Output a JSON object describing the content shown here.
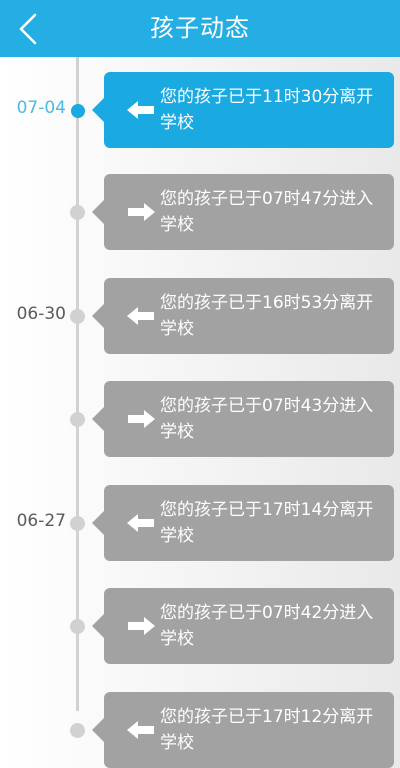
{
  "header": {
    "title": "孩子动态"
  },
  "colors": {
    "header_bg": "#25aee3",
    "active_bubble": "#1aa9e0",
    "inactive_bubble": "#a2a2a2",
    "timeline_line": "#d2d2d2"
  },
  "events": [
    {
      "date": "07-04",
      "text": "您的孩子已于11时30分离开学校",
      "direction": "leave",
      "active": true
    },
    {
      "date": "",
      "text": "您的孩子已于07时47分进入学校",
      "direction": "enter",
      "active": false
    },
    {
      "date": "06-30",
      "text": "您的孩子已于16时53分离开学校",
      "direction": "leave",
      "active": false
    },
    {
      "date": "",
      "text": "您的孩子已于07时43分进入学校",
      "direction": "enter",
      "active": false
    },
    {
      "date": "06-27",
      "text": "您的孩子已于17时14分离开学校",
      "direction": "leave",
      "active": false
    },
    {
      "date": "",
      "text": "您的孩子已于07时42分进入学校",
      "direction": "enter",
      "active": false
    },
    {
      "date": "",
      "text": "您的孩子已于17时12分离开学校",
      "direction": "leave",
      "active": false
    }
  ],
  "icons": {
    "back": "back-chevron-icon",
    "enter": "arrow-right-icon",
    "leave": "arrow-left-icon"
  }
}
